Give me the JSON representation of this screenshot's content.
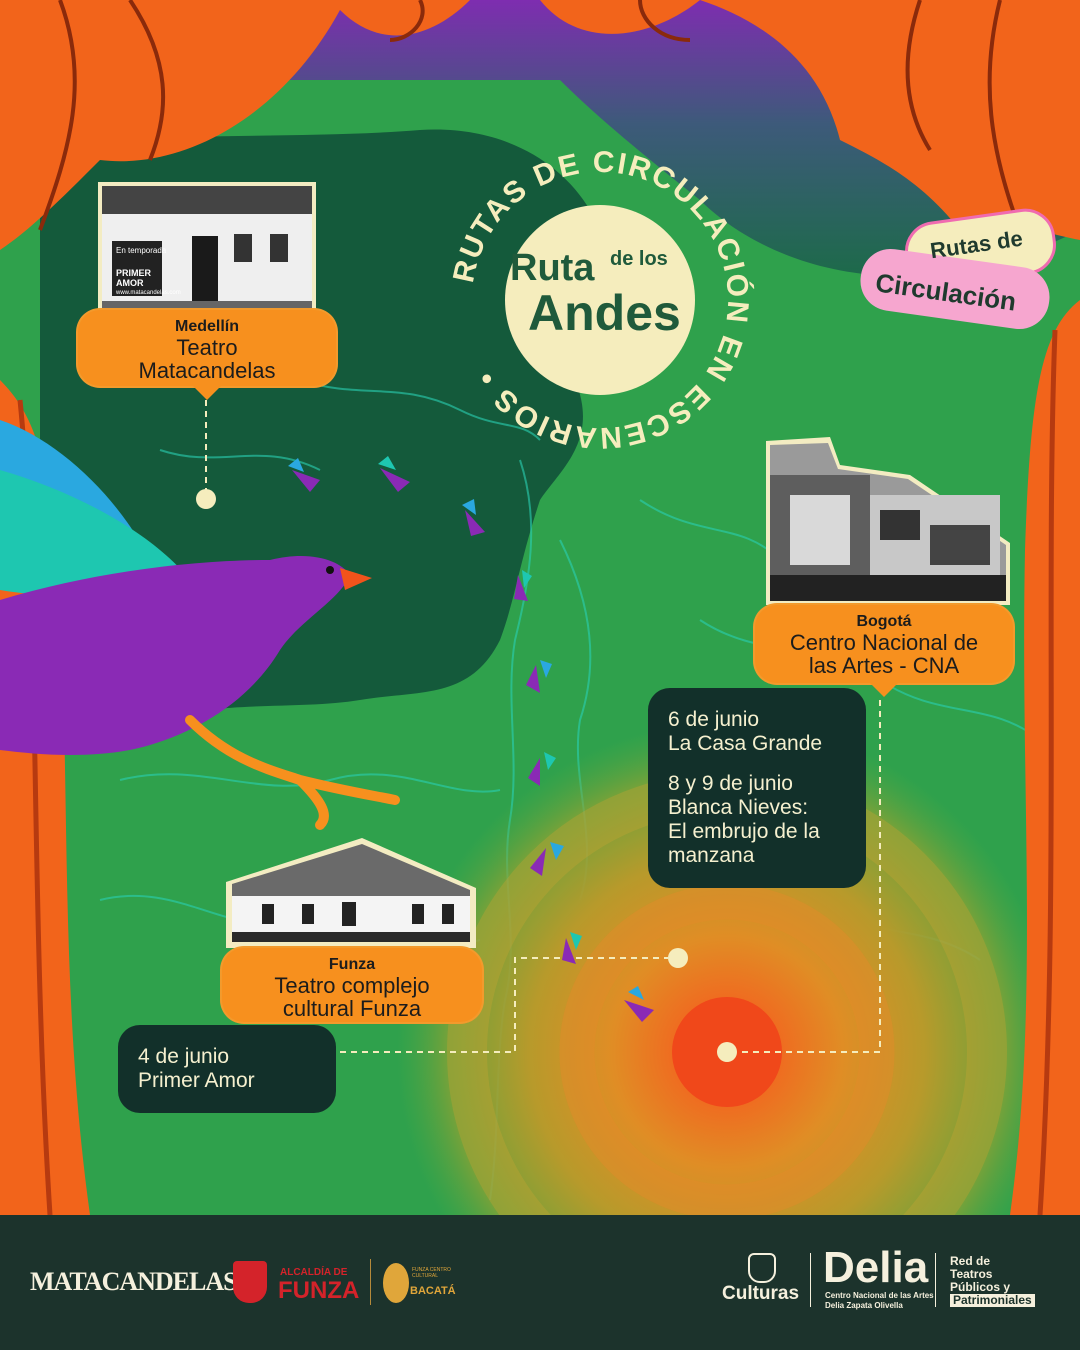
{
  "colors": {
    "curtain": "#f2641b",
    "map_green": "#2fa14c",
    "dark_green": "#145a3b",
    "purple": "#8a2ab5",
    "tag_orange": "#f7901e",
    "cream": "#f5edbd",
    "footer_bg": "#1c332c"
  },
  "badge": {
    "ring_text": "RUTAS DE CIRCULACIÓN EN ESCENARIOS •",
    "title_small": "Ruta",
    "title_mid": "de los",
    "title_big": "Andes"
  },
  "sticker": {
    "line1": "Rutas de",
    "line2": "Circulación"
  },
  "venues": [
    {
      "city": "Medellín",
      "venue_lines": [
        "Teatro",
        "Matacandelas"
      ],
      "photo_icon": "building-photo-icon"
    },
    {
      "city": "Bogotá",
      "venue_lines": [
        "Centro Nacional de",
        "las Artes - CNA"
      ],
      "photo_icon": "building-photo-icon"
    },
    {
      "city": "Funza",
      "venue_lines": [
        "Teatro complejo",
        "cultural Funza"
      ],
      "photo_icon": "building-photo-icon"
    }
  ],
  "photo_signs": {
    "sign1": "En temporada",
    "sign2": "PRIMER AMOR",
    "url": "www.matacandelas.com"
  },
  "events": {
    "bogota": [
      {
        "lines": [
          "6 de junio",
          "La Casa Grande"
        ]
      },
      {
        "lines": [
          "8 y 9 de junio",
          "Blanca Nieves:",
          "El embrujo de la",
          "manzana"
        ]
      }
    ],
    "funza": [
      {
        "lines": [
          "4 de junio",
          "Primer Amor"
        ]
      }
    ]
  },
  "footer": {
    "matacandelas": "MATACANDELAS",
    "alcaldia_small": "ALCALDÍA DE",
    "alcaldia_big": "FUNZA",
    "bacata_small": "FUNZA CENTRO CULTURAL",
    "bacata_big": "BACATÁ",
    "culturas": "Culturas",
    "delia": "Delia",
    "delia_sub1": "Centro Nacional de las Artes",
    "delia_sub2": "Delia Zapata Olivella",
    "red_lines": [
      "Red de",
      "Teatros",
      "Públicos y",
      "Patrimoniales"
    ]
  }
}
